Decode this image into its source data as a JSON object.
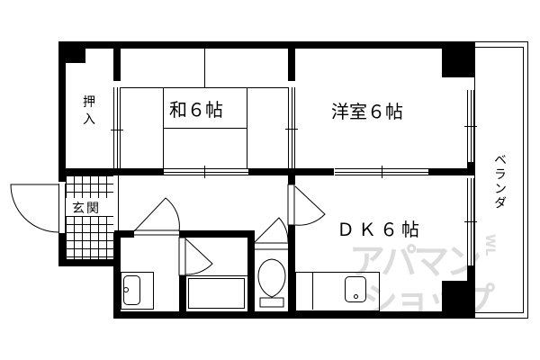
{
  "rooms": {
    "closet": {
      "label_line1": "押",
      "label_line2": "入"
    },
    "washitsu": {
      "label": "和６帖",
      "name": "Japanese-style room",
      "size_jo": 6
    },
    "yoshitsu": {
      "label": "洋室６帖",
      "name": "Western-style room",
      "size_jo": 6
    },
    "entrance": {
      "label": "玄関"
    },
    "dk": {
      "label": "ＤＫ６帖",
      "name": "Dining kitchen",
      "size_jo": 6
    },
    "balcony": {
      "label": "ベランダ"
    }
  },
  "watermark": {
    "line1": "アパマン",
    "line2": "ショップ",
    "side": "WL",
    "color": "#d9d9d9"
  },
  "colors": {
    "wall": "#000000",
    "background": "#ffffff"
  }
}
